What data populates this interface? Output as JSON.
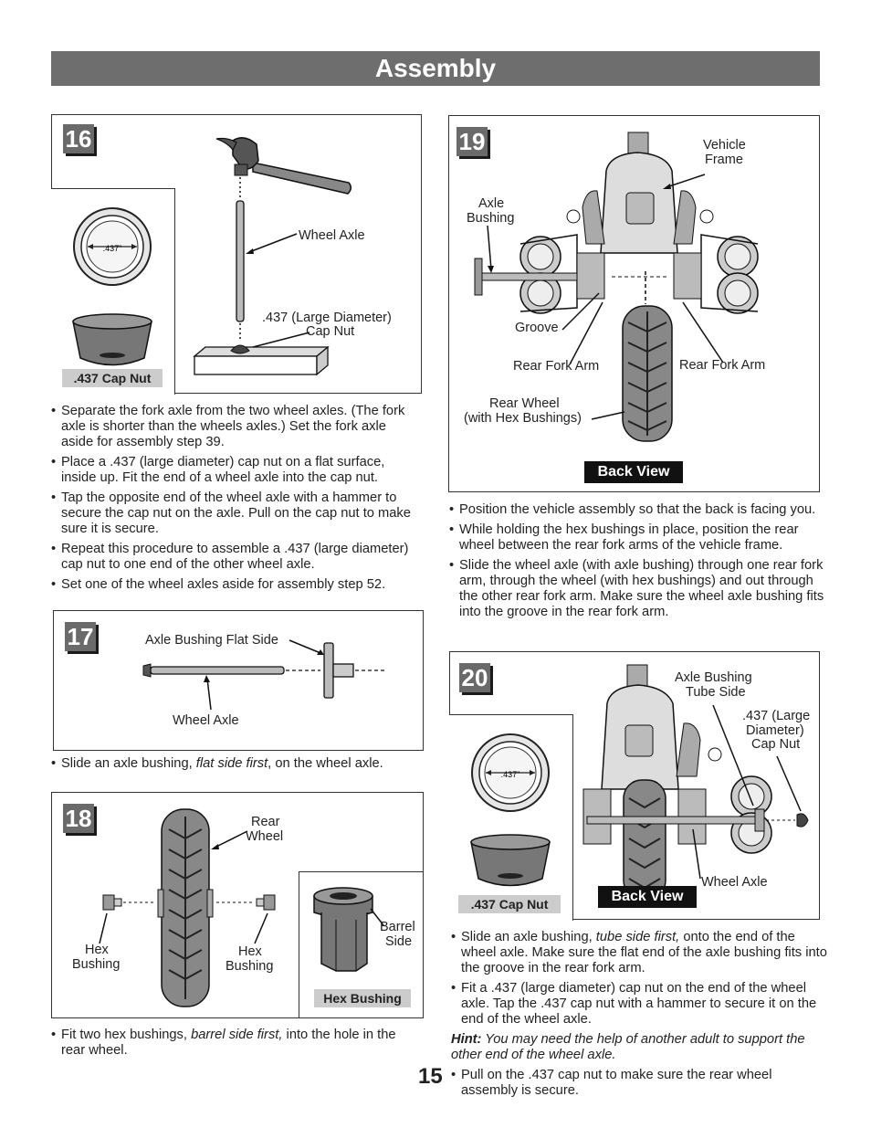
{
  "header": {
    "title": "Assembly"
  },
  "page_number": "15",
  "step16": {
    "number": "16",
    "cap_size": ".437\"",
    "inset_label": ".437 Cap Nut",
    "label_axle": "Wheel Axle",
    "label_capnut_line1": ".437 (Large Diameter)",
    "label_capnut_line2": "Cap Nut",
    "bullets": [
      "Separate the fork axle from the two wheel axles. (The fork axle is shorter than the wheels axles.) Set the fork axle aside for assembly step 39.",
      "Place a .437 (large diameter) cap nut on a flat surface, inside up. Fit the end of a wheel axle into the cap nut.",
      "Tap the opposite end of the wheel axle with a hammer to secure the cap nut on the axle. Pull on the cap nut to make sure it is secure.",
      "Repeat this procedure to assemble a .437 (large diameter) cap nut to one end of the other wheel axle.",
      "Set one of the wheel axles aside for assembly step 52."
    ]
  },
  "step17": {
    "number": "17",
    "label_flat": "Axle Bushing Flat Side",
    "label_axle": "Wheel Axle",
    "bullet_pre": "Slide an axle bushing, ",
    "bullet_em": "flat side first",
    "bullet_post": ", on the wheel axle."
  },
  "step18": {
    "number": "18",
    "label_rear_line1": "Rear",
    "label_rear_line2": "Wheel",
    "label_hex_line1": "Hex",
    "label_hex_line2": "Bushing",
    "label_barrel_line1": "Barrel",
    "label_barrel_line2": "Side",
    "inset_label": "Hex Bushing",
    "bullet_pre": "Fit two hex bushings, ",
    "bullet_em": "barrel side first,",
    "bullet_post": " into the hole in the rear wheel."
  },
  "step19": {
    "number": "19",
    "label_frame_line1": "Vehicle",
    "label_frame_line2": "Frame",
    "label_bushing_line1": "Axle",
    "label_bushing_line2": "Bushing",
    "label_groove": "Groove",
    "label_fork_left": "Rear Fork Arm",
    "label_fork_right": "Rear Fork Arm",
    "label_wheel_line1": "Rear Wheel",
    "label_wheel_line2": "(with Hex Bushings)",
    "view_label": "Back View",
    "bullets": [
      "Position the vehicle assembly so that the back is facing you.",
      "While holding the hex bushings in place, position the rear wheel between the rear fork arms of the vehicle frame.",
      "Slide the wheel axle (with axle bushing) through one rear fork arm, through the wheel (with hex bushings) and out through the other rear fork arm. Make sure the wheel axle bushing fits into the groove in the rear fork arm."
    ]
  },
  "step20": {
    "number": "20",
    "cap_size": ".437\"",
    "inset_label": ".437 Cap Nut",
    "label_tube_line1": "Axle Bushing",
    "label_tube_line2": "Tube Side",
    "label_cap_line1": ".437 (Large",
    "label_cap_line2": "Diameter)",
    "label_cap_line3": "Cap Nut",
    "label_axle": "Wheel Axle",
    "view_label": "Back View",
    "bullet1_pre": "Slide an axle bushing, ",
    "bullet1_em": "tube side first,",
    "bullet1_post": " onto the end of the wheel axle. Make sure the flat end of the axle bushing fits into the groove in the rear fork arm.",
    "bullet2": "Fit a .437 (large diameter) cap nut on the end of the wheel axle. Tap the .437 cap nut with a hammer to secure it on the end of the wheel axle.",
    "hint_label": "Hint:",
    "hint_text": " You may need the help of another adult to support the other end of the wheel axle.",
    "bullet3": "Pull on the .437 cap nut to make sure the rear wheel assembly is secure."
  }
}
